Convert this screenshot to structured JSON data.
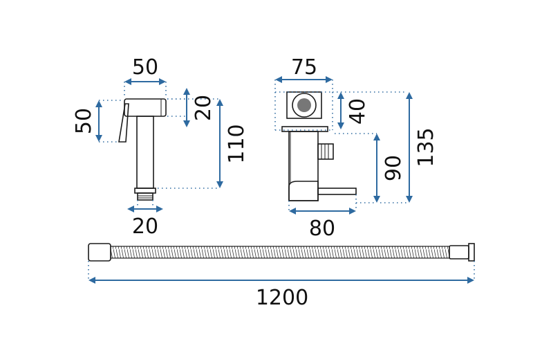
{
  "colors": {
    "accent": "#2e6aa0",
    "outline": "#1a1a1a",
    "background": "#ffffff"
  },
  "sprayer": {
    "width_top": "50",
    "height_head": "20",
    "height_total": "110",
    "handle_height": "50",
    "connector_width": "20"
  },
  "valve": {
    "width_top": "75",
    "height_top": "40",
    "height_lower": "90",
    "height_total": "135",
    "width_bottom": "80"
  },
  "hose": {
    "length": "1200"
  }
}
